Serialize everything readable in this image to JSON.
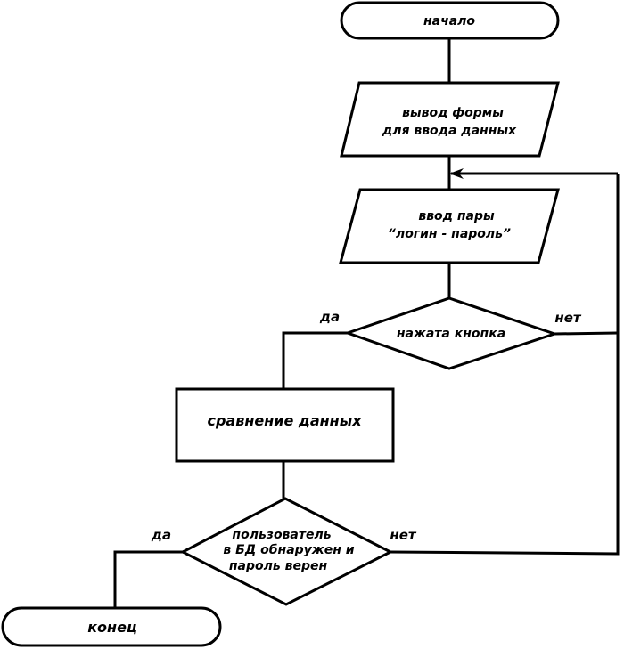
{
  "diagram": {
    "start": {
      "label": "начало"
    },
    "output_form": {
      "lines": [
        "вывод формы",
        "для ввода данных"
      ]
    },
    "input_pair": {
      "lines": [
        "ввод пары",
        "“логин - пароль”"
      ]
    },
    "button_pressed": {
      "label": "нажата кнопка",
      "yes_label": "да",
      "no_label": "нет"
    },
    "compare": {
      "label": "сравнение данных"
    },
    "user_found": {
      "lines": [
        "пользователь",
        "в БД обнаружен и",
        "пароль верен"
      ],
      "yes_label": "да",
      "no_label": "нет"
    },
    "end": {
      "label": "конец"
    }
  }
}
